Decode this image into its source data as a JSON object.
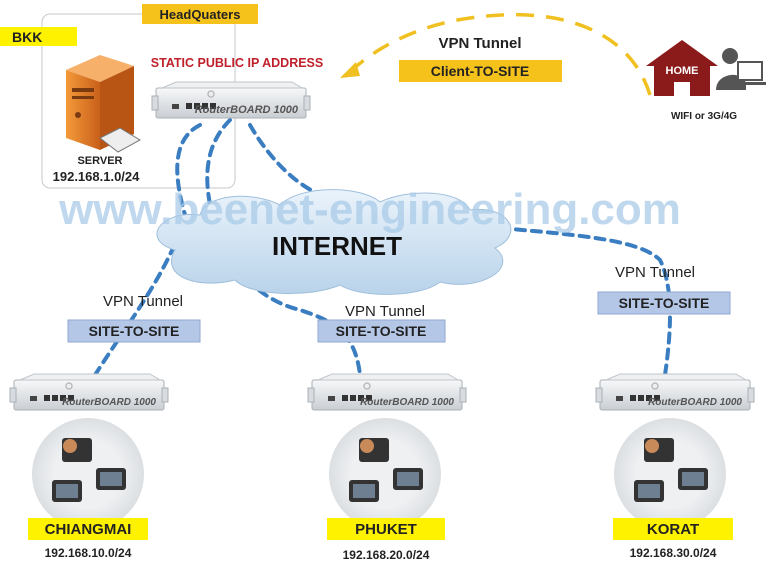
{
  "headquarters": {
    "title": "HeadQuaters",
    "site": "BKK",
    "static_ip_label": "STATIC PUBLIC IP ADDRESS",
    "server_label": "SERVER",
    "subnet": "192.168.1.0/24",
    "router_model": "RouterBOARD 1000"
  },
  "remote_access": {
    "tunnel_label": "VPN Tunnel",
    "tunnel_type": "Client-TO-SITE",
    "home_label": "HOME",
    "connection": "WIFI or 3G/4G"
  },
  "watermark": "www.beenet-engineering.com",
  "cloud_label": "INTERNET",
  "branches": [
    {
      "name": "CHIANGMAI",
      "subnet": "192.168.10.0/24",
      "tunnel_label": "VPN Tunnel",
      "tunnel_type": "SITE-TO-SITE",
      "router_model": "RouterBOARD 1000"
    },
    {
      "name": "PHUKET",
      "subnet": "192.168.20.0/24",
      "tunnel_label": "VPN Tunnel",
      "tunnel_type": "SITE-TO-SITE",
      "router_model": "RouterBOARD 1000"
    },
    {
      "name": "KORAT",
      "subnet": "192.168.30.0/24",
      "tunnel_label": "VPN Tunnel",
      "tunnel_type": "SITE-TO-SITE",
      "router_model": "RouterBOARD 1000"
    }
  ],
  "colors": {
    "label_yellow": "#fff200",
    "hq_label": "#f5c21b",
    "static_ip_red": "#c0202a",
    "tunnel_blue": "#3a7dc0",
    "client_tunnel_yellow": "#f0c020",
    "site_box": "#b4c7e7",
    "home_red": "#8b1a1a"
  }
}
